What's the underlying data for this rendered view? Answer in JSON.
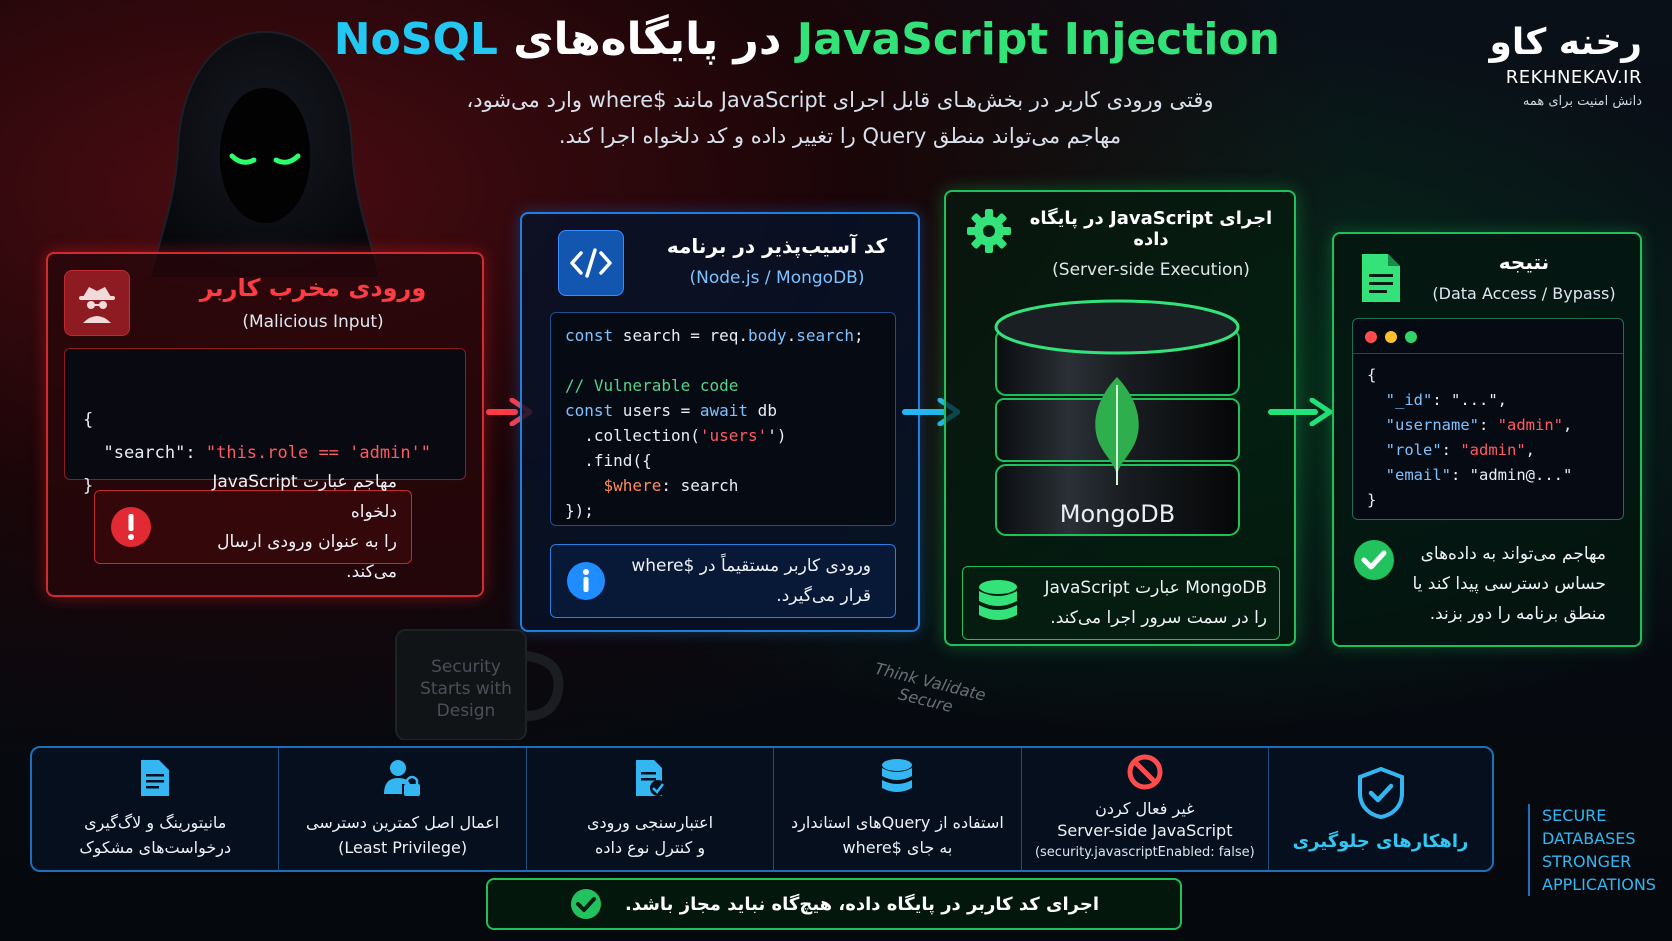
{
  "header": {
    "title_part1": "JavaScript Injection",
    "title_part2": "در پایگاه‌های",
    "title_part3": "NoSQL",
    "subtitle_line1": "وقتی ورودی کاربر در بخش‌هـای قابل اجرای JavaScript مانند $where وارد می‌شود،",
    "subtitle_line2": "مهاجم می‌تواند منطق Query را تغییر داده و کد دلخواه اجرا کند."
  },
  "brand": {
    "name": "رخنه کاو",
    "site": "REKHNEKAV.IR",
    "tagline": "دانش امنیت برای همه"
  },
  "card_input": {
    "title": "ورودی مخرب کاربر",
    "subtitle": "(Malicious Input)",
    "code_open": "{",
    "code_key": "\"search\"",
    "code_colon": ": ",
    "code_value": "\"this.role == 'admin'\"",
    "code_close": "}",
    "note_line1": "مهاجم عبارت JavaScript دلخواه",
    "note_line2": "را به عنوان ورودی ارسال می‌کند."
  },
  "card_code": {
    "title": "کد آسیب‌پذیر در برنامه",
    "subtitle": "(Node.js / MongoDB)",
    "l1_kw": "const",
    "l1_rest": " search = req.",
    "l1_prop": "body",
    "l1_dot": ".",
    "l1_prop2": "search",
    "l1_end": ";",
    "l2_comment": "// Vulnerable code",
    "l3_kw": "const",
    "l3_rest": " users = ",
    "l3_kw2": "await",
    "l3_end": " db",
    "l4_a": "  .collection(",
    "l4_str": "'users'",
    "l4_b": "')",
    "l5": "  .find({",
    "l6_key": "    $where",
    "l6_rest": ": search",
    "l7": "});",
    "note_line1": "ورودی کاربر مستقیماً در $where",
    "note_line2": "قرار می‌گیرد."
  },
  "card_exec": {
    "title": "اجرای JavaScript در پایگاه داده",
    "subtitle": "(Server-side Execution)",
    "db_label": "MongoDB",
    "note_line1": "MongoDB عبارت JavaScript",
    "note_line2": "را در سمت سرور اجرا می‌کند."
  },
  "card_result": {
    "title": "نتیجه",
    "subtitle": "(Data Access / Bypass)",
    "r_open": "{",
    "r_id_key": "  \"_id\"",
    "r_id_val": "\"...\"",
    "r_user_key": "  \"username\"",
    "r_user_val": "\"admin\"",
    "r_role_key": "  \"role\"",
    "r_role_val": "\"admin\"",
    "r_email_key": "  \"email\"",
    "r_email_val": "\"admin@...\"",
    "r_close": "}",
    "note_line1": "مهاجم می‌تواند به داده‌های",
    "note_line2": "حساس دسترسی پیدا کند یا",
    "note_line3": "منطق برنامه را دور بزند."
  },
  "desk": {
    "mug_text": "Security Starts with Design",
    "notebook_text": "Think Validate Secure"
  },
  "prevention": {
    "title": "راهکارهای جلوگیری",
    "items": [
      {
        "line1": "غیر فعال کردن",
        "line2": "Server-side JavaScript",
        "line3": "(security.javascriptEnabled: false)"
      },
      {
        "line1": "استفاده از  Queryهای استاندارد",
        "line2": "به جای $where"
      },
      {
        "line1": "اعتبارسنجی ورودی",
        "line2": "و کنترل نوع داده"
      },
      {
        "line1": "اعمال اصل کمترین دسترسی",
        "line2": "(Least Privilege)"
      },
      {
        "line1": "مانیتورینگ و لاگ‌گیری",
        "line2": "درخواست‌های مشکوک"
      }
    ]
  },
  "footer": {
    "message": "اجرای کد کاربر در پایگاه داده، هیچ‌گاه نباید مجاز باشد."
  },
  "slogan": {
    "l1": "SECURE",
    "l2": "DATABASES",
    "l3": "STRONGER",
    "l4": "APPLICATIONS"
  },
  "colors": {
    "danger": "#ff3b44",
    "info": "#1f7fe0",
    "success": "#1fbf5c",
    "accent": "#22c7f2"
  }
}
